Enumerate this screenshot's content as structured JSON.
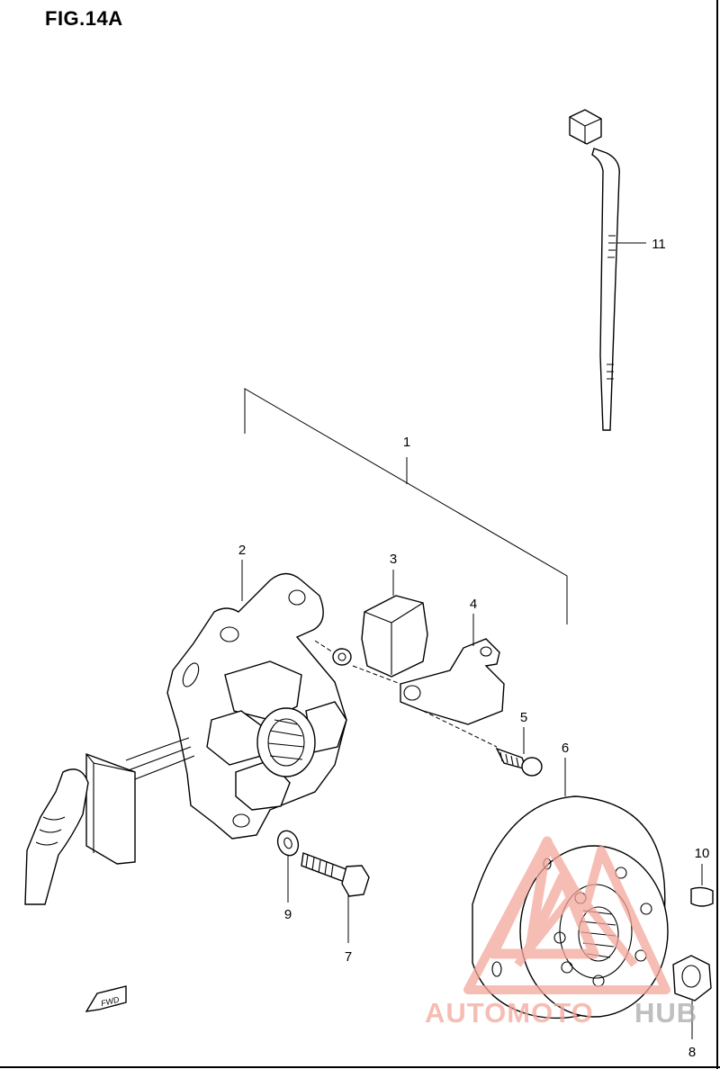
{
  "figure": {
    "title": "FIG.14A"
  },
  "callouts": [
    "1",
    "2",
    "3",
    "4",
    "5",
    "6",
    "7",
    "8",
    "9",
    "10",
    "11"
  ],
  "fwd_marker": {
    "label": "FWD"
  },
  "watermark": {
    "text_part1": "AUTOMOTO",
    "text_part2": "HUB",
    "color_primary": "#f4a79c",
    "color_secondary": "#aaaaaa"
  }
}
